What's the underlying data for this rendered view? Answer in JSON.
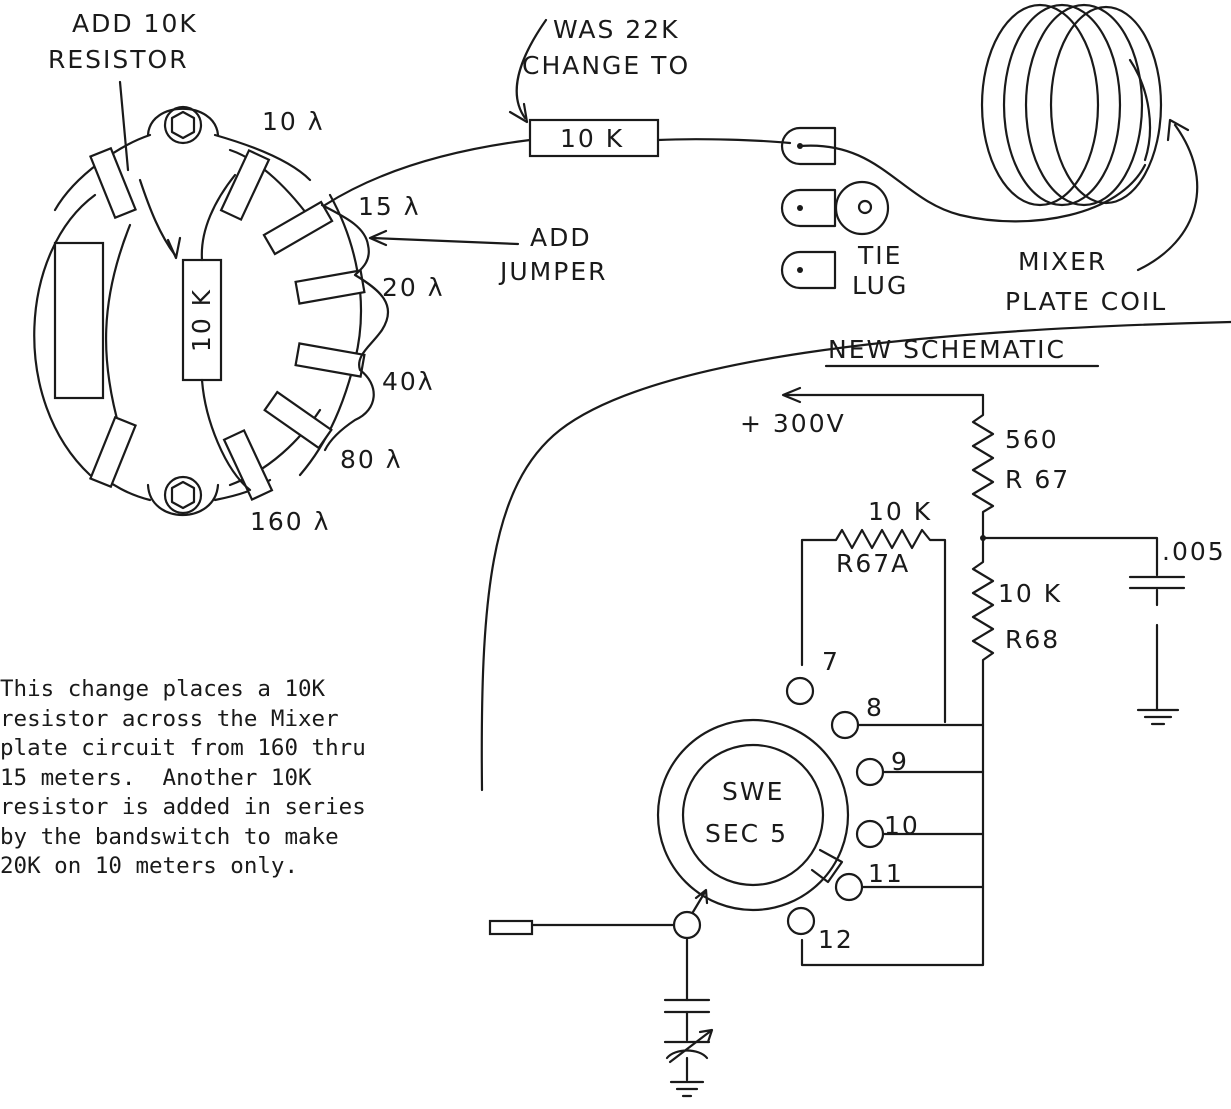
{
  "labels": {
    "add_resistor": [
      "ADD 10K",
      "RESISTOR"
    ],
    "was_change": [
      "WAS 22K",
      "CHANGE TO"
    ],
    "resistor_new": "10 K",
    "band_10": "10 λ",
    "band_15": "15 λ",
    "band_20": "20 λ",
    "band_40": "40λ",
    "band_80": "80 λ",
    "band_160": "160 λ",
    "switch_resistor": "10 K",
    "add_jumper": [
      "ADD",
      "JUMPER"
    ],
    "tie_lug": [
      "TIE",
      "LUG"
    ],
    "mixer_plate_coil": [
      "MIXER",
      "PLATE COIL"
    ],
    "new_schematic": "NEW SCHEMATIC",
    "plus_300v": "+ 300V",
    "r67_value": "560",
    "r67_name": "R 67",
    "r67a_value": "10 K",
    "r67a_name": "R67A",
    "r68_value": "10 K",
    "r68_name": "R68",
    "cap_value": ".005",
    "switch_name": [
      "SWE",
      "SEC 5"
    ],
    "contacts": [
      "7",
      "8",
      "9",
      "10",
      "11",
      "12"
    ]
  },
  "note_text": "This change places a 10K\nresistor across the Mixer\nplate circuit from 160 thru\n15 meters.  Another 10K\nresistor is added in series\nby the bandswitch to make\n20K on 10 meters only."
}
